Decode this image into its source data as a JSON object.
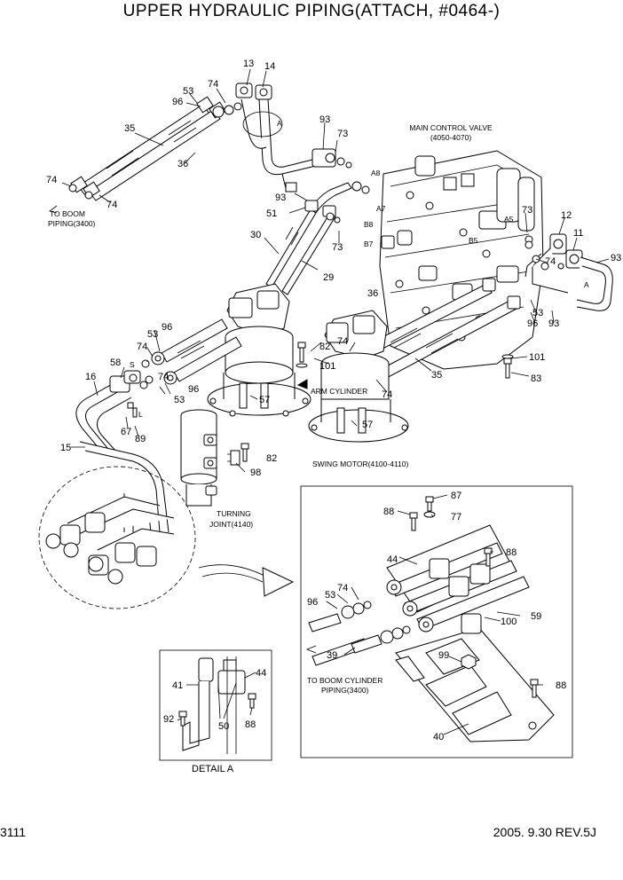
{
  "title": "UPPER HYDRAULIC PIPING(ATTACH, #0464-)",
  "footer": {
    "page": "3111",
    "revision": "2005. 9.30 REV.5J"
  },
  "notes": {
    "main_control_valve_1": "MAIN CONTROL VALVE",
    "main_control_valve_2": "(4050-4070)",
    "to_boom_piping_1": "TO BOOM",
    "to_boom_piping_2": "PIPING(3400)",
    "arm_cylinder": "ARM CYLINDER",
    "swing_motor": "SWING MOTOR(4100-4110)",
    "turning_joint_1": "TURNING",
    "turning_joint_2": "JOINT(4140)",
    "to_boom_cyl_1": "TO BOOM CYLINDER",
    "to_boom_cyl_2": "PIPING(3400)",
    "detail_a": "DETAIL A"
  },
  "ports": {
    "a8": "A8",
    "a7": "A7",
    "b8": "B8",
    "b7": "B7",
    "a5": "A5",
    "b5": "B5",
    "s": "S",
    "l": "L",
    "a1": "A",
    "a2": "A"
  },
  "callouts": {
    "c13": "13",
    "c14": "14",
    "c74a": "74",
    "c96a": "96",
    "c53a": "53",
    "c35a": "35",
    "c36a": "36",
    "c74b": "74",
    "c74c": "74",
    "c93a": "93",
    "c73a": "73",
    "c93b": "93",
    "c51": "51",
    "c30": "30",
    "c73b": "73",
    "c29": "29",
    "c12": "12",
    "c11": "11",
    "c73c": "73",
    "c74d": "74",
    "c93c": "93",
    "c36b": "36",
    "c53b": "53",
    "c96b": "96",
    "c93d": "93",
    "c74e": "74",
    "c82a": "82",
    "c101a": "101",
    "c35b": "35",
    "c101b": "101",
    "c83": "83",
    "c74f": "74",
    "c96c": "96",
    "c53c": "53",
    "c74g": "74",
    "c58": "58",
    "c16": "16",
    "c96d": "96",
    "c53d": "53",
    "c74h": "74",
    "c57a": "57",
    "c57b": "57",
    "c67": "67",
    "c89": "89",
    "c15": "15",
    "c82b": "82",
    "c98": "98",
    "c87": "87",
    "c88a": "88",
    "c77": "77",
    "c44a": "44",
    "c88b": "88",
    "c96e": "96",
    "c53e": "53",
    "c74i": "74",
    "c100": "100",
    "c59": "59",
    "c39": "39",
    "c99": "99",
    "c88c": "88",
    "c40": "40",
    "c41": "41",
    "c44b": "44",
    "c92": "92",
    "c50": "50",
    "c88d": "88"
  }
}
